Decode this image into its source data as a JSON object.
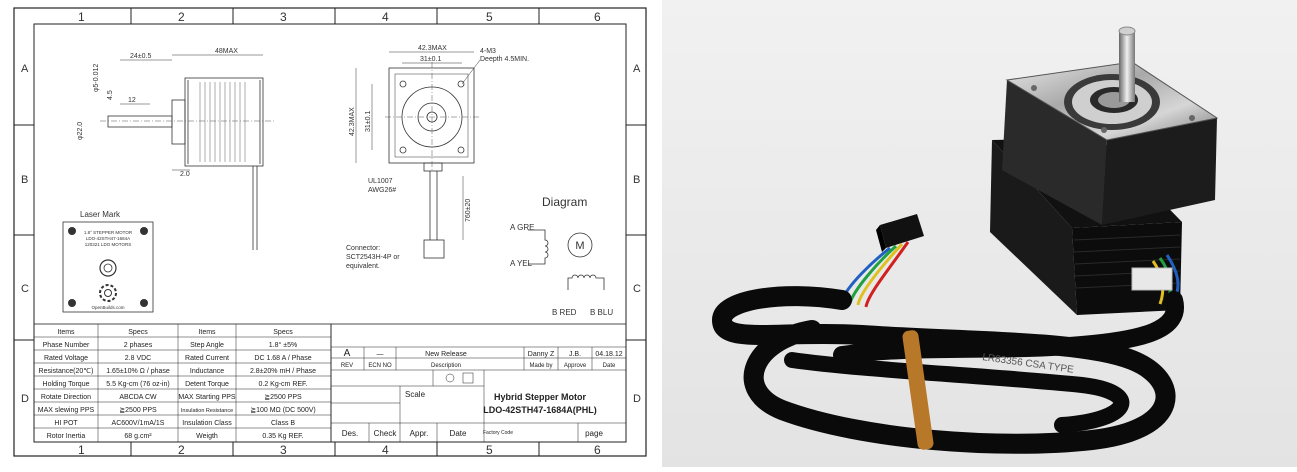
{
  "border": {
    "cols": [
      "1",
      "2",
      "3",
      "4",
      "5",
      "6"
    ],
    "rows": [
      "A",
      "B",
      "C",
      "D"
    ]
  },
  "front_view": {
    "dims": {
      "d24": "24±0.5",
      "d48": "48MAX",
      "d45": "4.5",
      "dshaft": "φ5-0.012",
      "d12": "12",
      "d22": "φ22.0",
      "d20": "2.0"
    }
  },
  "top_view": {
    "dims": {
      "d42w": "42.3MAX",
      "d31w": "31±0.1",
      "d42h": "42.3MAX",
      "d31h": "31±0.1",
      "m3": "4-M3",
      "depth": "Deepth 4.5MIN.",
      "ul": "UL1007",
      "awg": "AWG26#",
      "lead": "760±20"
    },
    "connector": [
      "Connector:",
      "SCT2543H-4P or",
      "equivalent."
    ]
  },
  "laser_mark": {
    "title": "Laser Mark",
    "lines": [
      "1.8° STEPPER MOTOR",
      "LDO-42STH47-1684A",
      "120321 LDO MOTORS"
    ],
    "brand": "OpenBuilds.com"
  },
  "diagram": {
    "title": "Diagram",
    "motor": "M",
    "gre": "A GRE",
    "yel": "A YEL",
    "red": "B RED",
    "blu": "B BLU"
  },
  "specs": {
    "headers": [
      "Items",
      "Specs",
      "Items",
      "Specs"
    ],
    "rows": [
      [
        "Phase Number",
        "2 phases",
        "Step Angle",
        "1.8° ±5%"
      ],
      [
        "Rated Voltage",
        "2.8 VDC",
        "Rated Current",
        "DC 1.68 A / Phase"
      ],
      [
        "Resistance(20℃)",
        "1.65±10% Ω / phase",
        "Inductance",
        "2.8±20% mH / Phase"
      ],
      [
        "Holding Torque",
        "5.5 Kg-cm (76 oz-in)",
        "Detent Torque",
        "0.2 Kg-cm REF."
      ],
      [
        "Rotate Direction",
        "ABCDA CW",
        "MAX Starting PPS",
        "≧2500 PPS"
      ],
      [
        "MAX slewing PPS",
        "≧2500 PPS",
        "Insulation Resistance",
        "≧100 MΩ (DC 500V)"
      ],
      [
        "HI POT",
        "AC600V/1mA/1S",
        "Insulation Class",
        "Class B"
      ],
      [
        "Rotor Inertia",
        "68 g.cm²",
        "Weigth",
        "0.35 Kg REF."
      ]
    ]
  },
  "revision": {
    "rev": "A",
    "ecn": "—",
    "desc": "New Release",
    "by": "Danny Z",
    "appr": "J.B.",
    "date": "04.18.12",
    "labels": [
      "REV",
      "ECN NO",
      "Description",
      "Made by",
      "Approve",
      "Date"
    ]
  },
  "title_block": {
    "scale": "Scale",
    "title1": "Hybrid Stepper Motor",
    "title2": "LDO-42STH47-1684A(PHL)",
    "footer": [
      "Des.",
      "Check",
      "Appr.",
      "Date",
      "Factory Code",
      "page"
    ]
  },
  "photo": {
    "cable_text": "LR83356 CSA TYPE"
  }
}
